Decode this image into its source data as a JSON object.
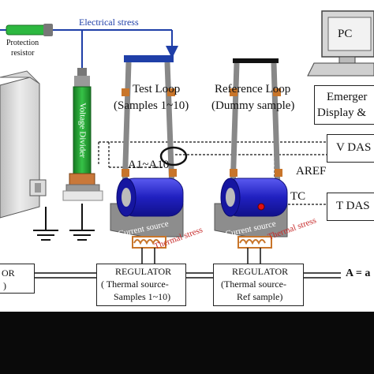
{
  "labels": {
    "electrical_stress": "Electrical stress",
    "protection_resistor": [
      "Protection",
      "resistor"
    ],
    "voltage_divider": "Voltage Divider",
    "test_loop": [
      "Test Loop",
      "(Samples 1~10)"
    ],
    "reference_loop": [
      "Reference Loop",
      "(Dummy sample)"
    ],
    "pc": "PC",
    "emergency": [
      "Emerger",
      "Display &"
    ],
    "v_das": "V DAS",
    "t_das": "T DAS",
    "a1_a10": "A1~A10",
    "a_ref": "AREF",
    "tc": "TC",
    "current_source": "Current source",
    "thermal_stress": "Thermal stress",
    "regulator_left_partial": [
      "OR",
      ")"
    ],
    "regulator_samples": [
      "REGULATOR",
      "( Thermal source-",
      "Samples 1~10)"
    ],
    "regulator_ref": [
      "REGULATOR",
      "(Thermal source-",
      "Ref sample)"
    ],
    "legend_partial": "A = a"
  },
  "colors": {
    "electrical_line": "#1f3fa8",
    "divider_green": "#1f9d2f",
    "coil_blue": "#2424c8",
    "thermal_red": "#c62828",
    "copper": "#c8752a",
    "cabinet": "#e2e2e2"
  }
}
